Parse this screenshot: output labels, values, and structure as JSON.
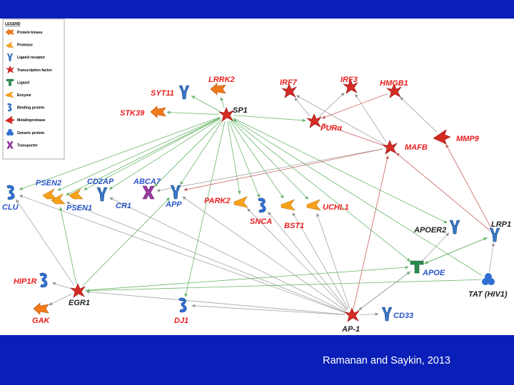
{
  "legend": {
    "title": "LEGEND",
    "items": [
      {
        "label": "Protein kinase",
        "icon": "protein-kinase"
      },
      {
        "label": "Protease",
        "icon": "protease"
      },
      {
        "label": "Ligand receptor",
        "icon": "ligand-receptor"
      },
      {
        "label": "Transcription factor",
        "icon": "transcription-factor"
      },
      {
        "label": "Ligand",
        "icon": "ligand"
      },
      {
        "label": "Enzyme",
        "icon": "enzyme"
      },
      {
        "label": "Binding protein",
        "icon": "binding-protein"
      },
      {
        "label": "Metalloprotease",
        "icon": "metalloprotease"
      },
      {
        "label": "Generic protein",
        "icon": "generic-protein"
      },
      {
        "label": "Transporter",
        "icon": "transporter"
      }
    ]
  },
  "nodes": {
    "lrrk2": {
      "label": "LRRK2",
      "type": "protein-kinase"
    },
    "syt11": {
      "label": "SYT11",
      "type": "ligand-receptor"
    },
    "stk39": {
      "label": "STK39",
      "type": "protein-kinase"
    },
    "sp1": {
      "label": "SP1",
      "type": "transcription-factor"
    },
    "irf7": {
      "label": "IRF7",
      "type": "transcription-factor"
    },
    "irf3": {
      "label": "IRF3",
      "type": "transcription-factor"
    },
    "hmgb1": {
      "label": "HMGB1",
      "type": "transcription-factor"
    },
    "pura": {
      "label": "PURα",
      "type": "transcription-factor"
    },
    "mmp9": {
      "label": "MMP9",
      "type": "metalloprotease"
    },
    "mafb": {
      "label": "MAFB",
      "type": "transcription-factor"
    },
    "psen2": {
      "label": "PSEN2",
      "type": "protease"
    },
    "cd2ap": {
      "label": "CD2AP",
      "type": "protease"
    },
    "abca7": {
      "label": "ABCA7",
      "type": "transporter"
    },
    "clu": {
      "label": "CLU",
      "type": "binding-protein"
    },
    "psen1": {
      "label": "PSEN1",
      "type": "protease"
    },
    "cr1": {
      "label": "CR1",
      "type": "ligand-receptor"
    },
    "app": {
      "label": "APP",
      "type": "ligand-receptor"
    },
    "park2": {
      "label": "PARK2",
      "type": "enzyme"
    },
    "snca": {
      "label": "SNCA",
      "type": "binding-protein"
    },
    "bst1": {
      "label": "BST1",
      "type": "enzyme"
    },
    "uchl1": {
      "label": "UCHL1",
      "type": "enzyme"
    },
    "apoer2": {
      "label": "APOER2",
      "type": "ligand-receptor"
    },
    "lrp1": {
      "label": "LRP1",
      "type": "ligand-receptor"
    },
    "apoe": {
      "label": "APOE",
      "type": "ligand"
    },
    "hip1r": {
      "label": "HIP1R",
      "type": "binding-protein"
    },
    "egr1": {
      "label": "EGR1",
      "type": "transcription-factor"
    },
    "tat": {
      "label": "TAT (HIV1)",
      "type": "generic-protein"
    },
    "gak": {
      "label": "GAK",
      "type": "protein-kinase"
    },
    "dj1": {
      "label": "DJ1",
      "type": "binding-protein"
    },
    "ap1": {
      "label": "AP-1",
      "type": "transcription-factor"
    },
    "cd33": {
      "label": "CD33",
      "type": "ligand-receptor"
    }
  },
  "edges": [
    {
      "from": "sp1",
      "to": "lrrk2",
      "kind": "activation"
    },
    {
      "from": "sp1",
      "to": "syt11",
      "kind": "activation"
    },
    {
      "from": "sp1",
      "to": "stk39",
      "kind": "activation"
    },
    {
      "from": "sp1",
      "to": "pura",
      "kind": "activation"
    },
    {
      "from": "sp1",
      "to": "clu",
      "kind": "activation"
    },
    {
      "from": "sp1",
      "to": "psen2",
      "kind": "activation"
    },
    {
      "from": "sp1",
      "to": "psen1",
      "kind": "activation"
    },
    {
      "from": "sp1",
      "to": "cd2ap",
      "kind": "activation"
    },
    {
      "from": "sp1",
      "to": "cr1",
      "kind": "activation"
    },
    {
      "from": "sp1",
      "to": "abca7",
      "kind": "activation"
    },
    {
      "from": "sp1",
      "to": "app",
      "kind": "activation"
    },
    {
      "from": "sp1",
      "to": "park2",
      "kind": "activation"
    },
    {
      "from": "sp1",
      "to": "snca",
      "kind": "activation"
    },
    {
      "from": "sp1",
      "to": "bst1",
      "kind": "activation"
    },
    {
      "from": "sp1",
      "to": "uchl1",
      "kind": "activation"
    },
    {
      "from": "sp1",
      "to": "apoer2",
      "kind": "activation"
    },
    {
      "from": "sp1",
      "to": "apoe",
      "kind": "activation"
    },
    {
      "from": "sp1",
      "to": "dj1",
      "kind": "activation"
    },
    {
      "from": "pura",
      "to": "irf7",
      "kind": "unspecified"
    },
    {
      "from": "pura",
      "to": "irf3",
      "kind": "unspecified"
    },
    {
      "from": "mafb",
      "to": "irf7",
      "kind": "unspecified"
    },
    {
      "from": "mafb",
      "to": "irf3",
      "kind": "unspecified"
    },
    {
      "from": "mafb",
      "to": "pura",
      "kind": "inhibition"
    },
    {
      "from": "mmp9",
      "to": "hmgb1",
      "kind": "unspecified"
    },
    {
      "from": "hmgb1",
      "to": "pura",
      "kind": "inhibition"
    },
    {
      "from": "mafb",
      "to": "app",
      "kind": "inhibition"
    },
    {
      "from": "mafb",
      "to": "abca7",
      "kind": "unspecified"
    },
    {
      "from": "lrp1",
      "to": "mafb",
      "kind": "inhibition"
    },
    {
      "from": "lrp1",
      "to": "mmp9",
      "kind": "inhibition"
    },
    {
      "from": "lrp1",
      "to": "apoe",
      "kind": "activation"
    },
    {
      "from": "ap1",
      "to": "mafb",
      "kind": "inhibition"
    },
    {
      "from": "ap1",
      "to": "clu",
      "kind": "unspecified"
    },
    {
      "from": "ap1",
      "to": "psen1",
      "kind": "unspecified"
    },
    {
      "from": "ap1",
      "to": "cr1",
      "kind": "unspecified"
    },
    {
      "from": "ap1",
      "to": "app",
      "kind": "unspecified"
    },
    {
      "from": "ap1",
      "to": "park2",
      "kind": "unspecified"
    },
    {
      "from": "ap1",
      "to": "snca",
      "kind": "unspecified"
    },
    {
      "from": "ap1",
      "to": "bst1",
      "kind": "unspecified"
    },
    {
      "from": "ap1",
      "to": "uchl1",
      "kind": "unspecified"
    },
    {
      "from": "ap1",
      "to": "apoe",
      "kind": "activation"
    },
    {
      "from": "ap1",
      "to": "cd33",
      "kind": "unspecified"
    },
    {
      "from": "ap1",
      "to": "dj1",
      "kind": "unspecified"
    },
    {
      "from": "ap1",
      "to": "egr1",
      "kind": "unspecified"
    },
    {
      "from": "egr1",
      "to": "clu",
      "kind": "unspecified"
    },
    {
      "from": "egr1",
      "to": "hip1r",
      "kind": "unspecified"
    },
    {
      "from": "egr1",
      "to": "gak",
      "kind": "unspecified"
    },
    {
      "from": "egr1",
      "to": "psen1",
      "kind": "activation"
    },
    {
      "from": "egr1",
      "to": "app",
      "kind": "activation"
    },
    {
      "from": "egr1",
      "to": "apoe",
      "kind": "activation"
    },
    {
      "from": "tat",
      "to": "egr1",
      "kind": "activation"
    },
    {
      "from": "tat",
      "to": "sp1",
      "kind": "activation"
    },
    {
      "from": "tat",
      "to": "lrp1",
      "kind": "unspecified"
    },
    {
      "from": "apoe",
      "to": "apoer2",
      "kind": "unspecified"
    },
    {
      "from": "apoe",
      "to": "lrp1",
      "kind": "activation"
    },
    {
      "from": "apoe",
      "to": "ap1",
      "kind": "unspecified"
    }
  ],
  "colors": {
    "background": "#0a1fb8",
    "panel": "#ffffff",
    "activation": "#5cae5c",
    "inhibition": "#c0504d",
    "unspecified": "#9a9a9a",
    "red_label": "#e8201f",
    "blue_label": "#2a55c8"
  },
  "citation": "Ramanan and Saykin, 2013"
}
